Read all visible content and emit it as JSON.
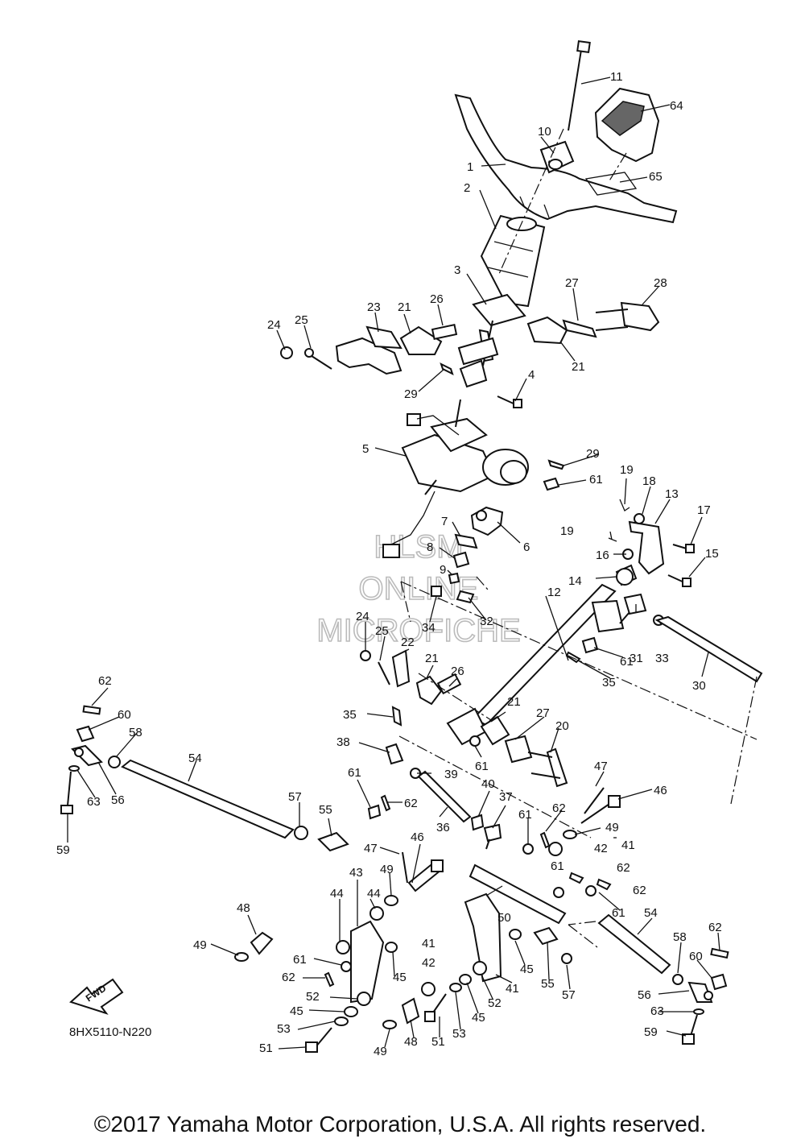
{
  "diagram": {
    "code": "8HX5110-N220",
    "copyright": "©2017 Yamaha Motor Corporation, U.S.A. All rights reserved.",
    "fwd_label": "FWD",
    "watermark": [
      "HLSM",
      "ONLINE",
      "MICROFICHE"
    ]
  },
  "callouts": [
    {
      "n": "1"
    },
    {
      "n": "2"
    },
    {
      "n": "3"
    },
    {
      "n": "4"
    },
    {
      "n": "5"
    },
    {
      "n": "6"
    },
    {
      "n": "7"
    },
    {
      "n": "8"
    },
    {
      "n": "9"
    },
    {
      "n": "10"
    },
    {
      "n": "11"
    },
    {
      "n": "12"
    },
    {
      "n": "13"
    },
    {
      "n": "14"
    },
    {
      "n": "15"
    },
    {
      "n": "16"
    },
    {
      "n": "17"
    },
    {
      "n": "18"
    },
    {
      "n": "19"
    },
    {
      "n": "19"
    },
    {
      "n": "20"
    },
    {
      "n": "21"
    },
    {
      "n": "21"
    },
    {
      "n": "21"
    },
    {
      "n": "21"
    },
    {
      "n": "22"
    },
    {
      "n": "23"
    },
    {
      "n": "24"
    },
    {
      "n": "24"
    },
    {
      "n": "25"
    },
    {
      "n": "25"
    },
    {
      "n": "26"
    },
    {
      "n": "26"
    },
    {
      "n": "27"
    },
    {
      "n": "27"
    },
    {
      "n": "28"
    },
    {
      "n": "29"
    },
    {
      "n": "29"
    },
    {
      "n": "30"
    },
    {
      "n": "31"
    },
    {
      "n": "32"
    },
    {
      "n": "33"
    },
    {
      "n": "34"
    },
    {
      "n": "35"
    },
    {
      "n": "35"
    },
    {
      "n": "36"
    },
    {
      "n": "37"
    },
    {
      "n": "38"
    },
    {
      "n": "39"
    },
    {
      "n": "40"
    },
    {
      "n": "41"
    },
    {
      "n": "41"
    },
    {
      "n": "41"
    },
    {
      "n": "42"
    },
    {
      "n": "42"
    },
    {
      "n": "43"
    },
    {
      "n": "44"
    },
    {
      "n": "44"
    },
    {
      "n": "45"
    },
    {
      "n": "45"
    },
    {
      "n": "45"
    },
    {
      "n": "45"
    },
    {
      "n": "46"
    },
    {
      "n": "46"
    },
    {
      "n": "47"
    },
    {
      "n": "47"
    },
    {
      "n": "48"
    },
    {
      "n": "48"
    },
    {
      "n": "49"
    },
    {
      "n": "49"
    },
    {
      "n": "49"
    },
    {
      "n": "49"
    },
    {
      "n": "50"
    },
    {
      "n": "51"
    },
    {
      "n": "51"
    },
    {
      "n": "52"
    },
    {
      "n": "52"
    },
    {
      "n": "53"
    },
    {
      "n": "53"
    },
    {
      "n": "54"
    },
    {
      "n": "54"
    },
    {
      "n": "55"
    },
    {
      "n": "55"
    },
    {
      "n": "56"
    },
    {
      "n": "56"
    },
    {
      "n": "57"
    },
    {
      "n": "57"
    },
    {
      "n": "58"
    },
    {
      "n": "58"
    },
    {
      "n": "59"
    },
    {
      "n": "59"
    },
    {
      "n": "60"
    },
    {
      "n": "60"
    },
    {
      "n": "61"
    },
    {
      "n": "61"
    },
    {
      "n": "61"
    },
    {
      "n": "61"
    },
    {
      "n": "61"
    },
    {
      "n": "61"
    },
    {
      "n": "61"
    },
    {
      "n": "61"
    },
    {
      "n": "62"
    },
    {
      "n": "62"
    },
    {
      "n": "62"
    },
    {
      "n": "62"
    },
    {
      "n": "62"
    },
    {
      "n": "62"
    },
    {
      "n": "62"
    },
    {
      "n": "63"
    },
    {
      "n": "63"
    },
    {
      "n": "64"
    },
    {
      "n": "65"
    }
  ]
}
